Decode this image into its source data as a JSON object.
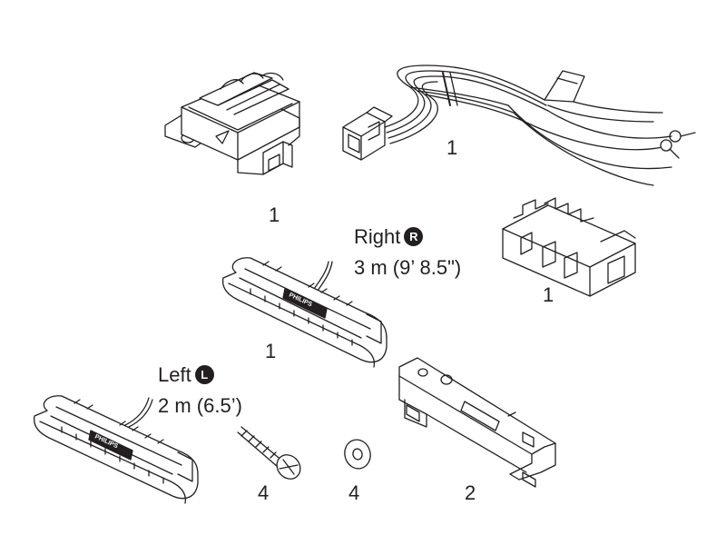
{
  "parts": {
    "control_unit": {
      "qty": "1"
    },
    "wiring_harness": {
      "qty": "1"
    },
    "connector_clip": {
      "qty": "1"
    },
    "right_lamp": {
      "qty": "1",
      "label": "Right",
      "badge": "R",
      "cable_length": "3 m (9’ 8.5\")",
      "logo": "PHILIPS"
    },
    "left_lamp": {
      "label": "Left",
      "badge": "L",
      "cable_length": "2 m (6.5’)",
      "logo": "PHILIPS"
    },
    "screw": {
      "qty": "4"
    },
    "washer": {
      "qty": "4"
    },
    "bracket": {
      "qty": "2"
    }
  },
  "colors": {
    "ink": "#231f20",
    "paper": "#ffffff"
  }
}
